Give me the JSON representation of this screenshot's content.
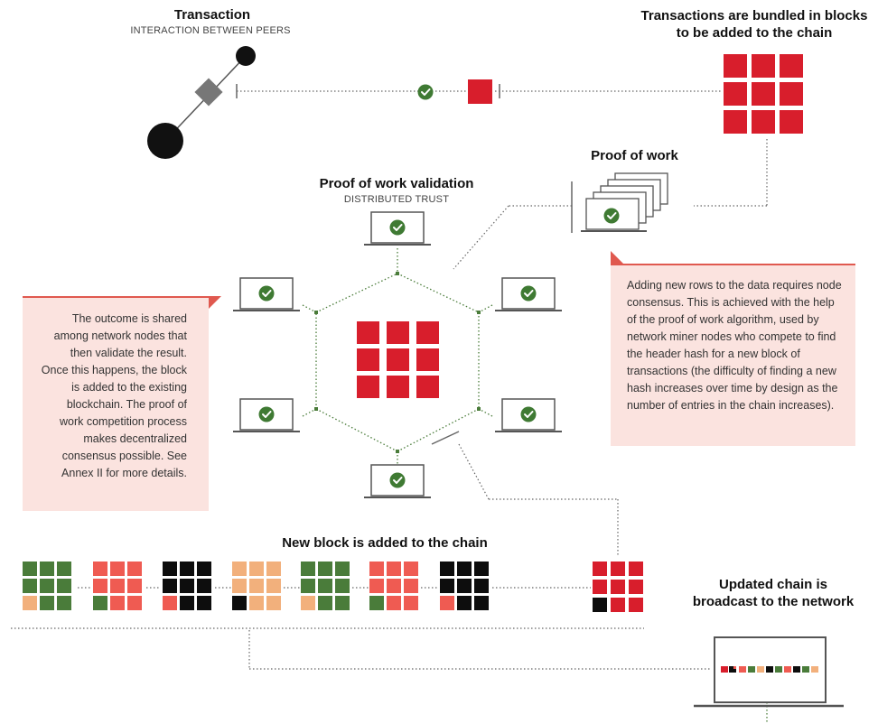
{
  "transaction": {
    "title": "Transaction",
    "subtitle": "INTERACTION BETWEEN PEERS"
  },
  "bundle": {
    "title_line1": "Transactions are bundled in blocks",
    "title_line2": "to be added to the chain"
  },
  "proof_of_work": {
    "title": "Proof of work"
  },
  "validation": {
    "title": "Proof of work validation",
    "subtitle": "DISTRIBUTED TRUST"
  },
  "note_left": {
    "text": "The outcome is shared among network nodes that then validate the result. Once this happens, the block is added to the existing blockchain. The proof of work competition process makes decentralized consensus possible. See Annex II for more details."
  },
  "note_right": {
    "text": "Adding new rows to the data requires node consensus. This is achieved with the help of the proof of work algorithm, used by network miner nodes who compete to find the header hash for a new block of transactions (the difficulty of finding a new hash increases over time by design as the number of entries in the chain increases)."
  },
  "chain": {
    "title": "New block is added to the chain"
  },
  "broadcast": {
    "title_line1": "Updated chain is",
    "title_line2": "broadcast to the network"
  },
  "colors": {
    "red": "#d81e2c",
    "green": "#4a7c3a",
    "black": "#0d0d0d",
    "peach": "#f2b07c",
    "coral": "#ef5b52",
    "gray": "#7a7a7a",
    "note_bg": "#fbe3df"
  },
  "icons": [
    "check-circle-icon",
    "laptop-icon",
    "block-grid-icon",
    "document-stack-icon",
    "peer-node-icon"
  ]
}
